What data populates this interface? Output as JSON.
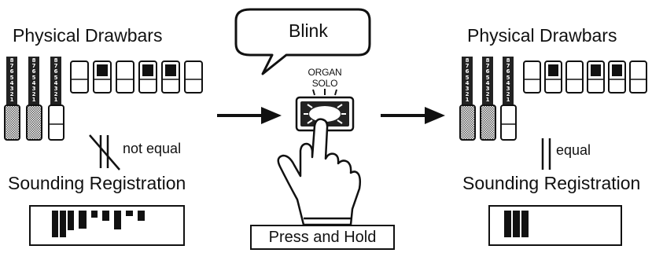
{
  "left": {
    "heading": "Physical Drawbars",
    "relation_label": "not equal",
    "sounding_label": "Sounding Registration"
  },
  "center": {
    "callout_text": "Blink",
    "button_label_line1": "ORGAN",
    "button_label_line2": "SOLO",
    "action_label": "Press and Hold"
  },
  "right": {
    "heading": "Physical Drawbars",
    "relation_label": "equal",
    "sounding_label": "Sounding Registration"
  },
  "drawbar_scale": [
    "8",
    "7",
    "6",
    "5",
    "4",
    "3",
    "2",
    "1"
  ],
  "colors": {
    "ink": "#111111",
    "background": "#ffffff",
    "checker": "#888888"
  }
}
